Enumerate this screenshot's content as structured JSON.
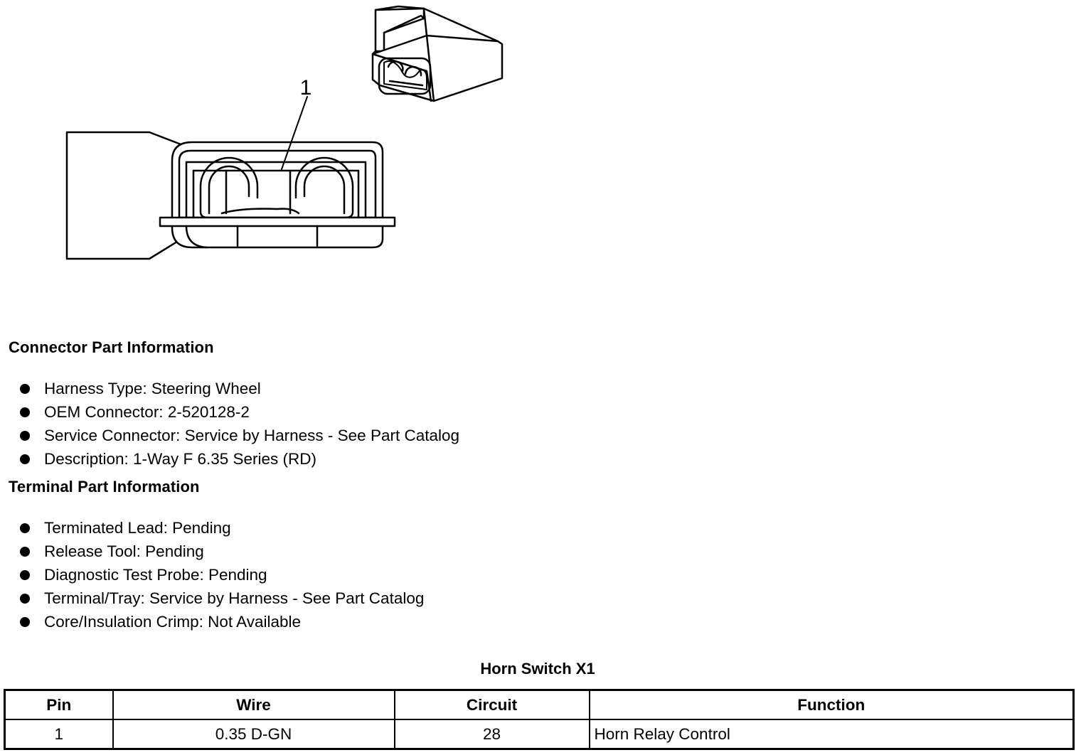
{
  "figure": {
    "callout": "1"
  },
  "connector_section": {
    "heading": "Connector Part Information",
    "items": [
      "Harness Type: Steering Wheel",
      "OEM Connector: 2-520128-2",
      "Service Connector: Service by Harness - See Part Catalog",
      "Description: 1-Way F 6.35 Series (RD)"
    ]
  },
  "terminal_section": {
    "heading": "Terminal Part Information",
    "items": [
      "Terminated Lead: Pending",
      "Release Tool: Pending",
      "Diagnostic Test Probe: Pending",
      "Terminal/Tray: Service by Harness - See Part Catalog",
      "Core/Insulation Crimp: Not Available"
    ]
  },
  "pin_table": {
    "title": "Horn Switch X1",
    "headers": [
      "Pin",
      "Wire",
      "Circuit",
      "Function"
    ],
    "rows": [
      [
        "1",
        "0.35 D-GN",
        "28",
        "Horn Relay Control"
      ]
    ]
  }
}
